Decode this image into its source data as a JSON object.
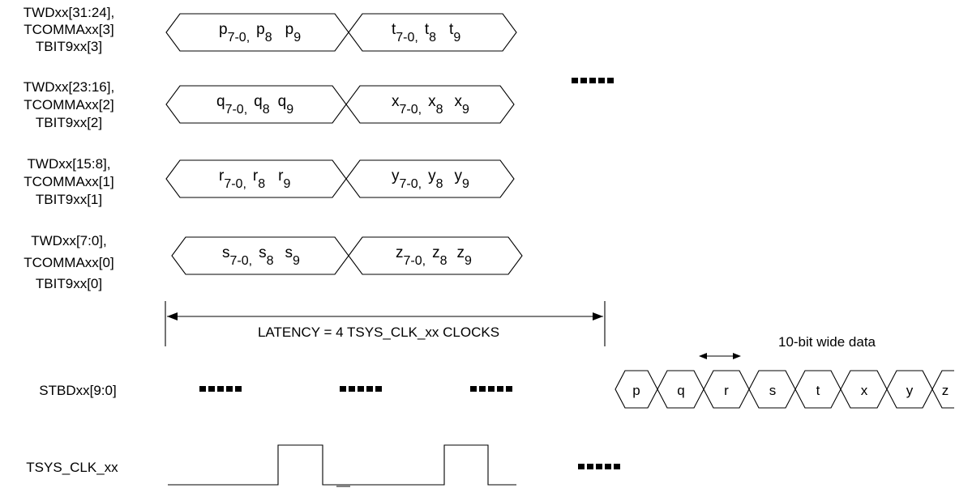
{
  "signal_groups": [
    {
      "lines": [
        "TWDxx[31:24],",
        "TCOMMAxx[3]",
        "TBIT9xx[3]"
      ],
      "cells": [
        {
          "sym": "p",
          "a": "7-0,",
          "b": "8",
          "c": "9"
        },
        {
          "sym": "t",
          "a": "7-0,",
          "b": "8",
          "c": "9"
        }
      ]
    },
    {
      "lines": [
        "TWDxx[23:16],",
        "TCOMMAxx[2]",
        "TBIT9xx[2]"
      ],
      "cells": [
        {
          "sym": "q",
          "a": "7-0,",
          "b": "8",
          "c": "9"
        },
        {
          "sym": "x",
          "a": "7-0,",
          "b": "8",
          "c": "9"
        }
      ]
    },
    {
      "lines": [
        "TWDxx[15:8],",
        "TCOMMAxx[1]",
        "TBIT9xx[1]"
      ],
      "cells": [
        {
          "sym": "r",
          "a": "7-0,",
          "b": "8",
          "c": "9"
        },
        {
          "sym": "y",
          "a": "7-0,",
          "b": "8",
          "c": "9"
        }
      ]
    },
    {
      "lines": [
        "TWDxx[7:0],",
        "TCOMMAxx[0]",
        "TBIT9xx[0]"
      ],
      "cells": [
        {
          "sym": "s",
          "a": "7-0,",
          "b": "8",
          "c": "9"
        },
        {
          "sym": "z",
          "a": "7-0,",
          "b": "8",
          "c": "9"
        }
      ]
    }
  ],
  "latency_label": "LATENCY = 4 TSYS_CLK_xx CLOCKS",
  "wide_data_label": "10-bit wide data",
  "stbd_label": "STBDxx[9:0]",
  "clk_label": "TSYS_CLK_xx",
  "serial_symbols": [
    "p",
    "q",
    "r",
    "s",
    "t",
    "x",
    "y",
    "z"
  ]
}
